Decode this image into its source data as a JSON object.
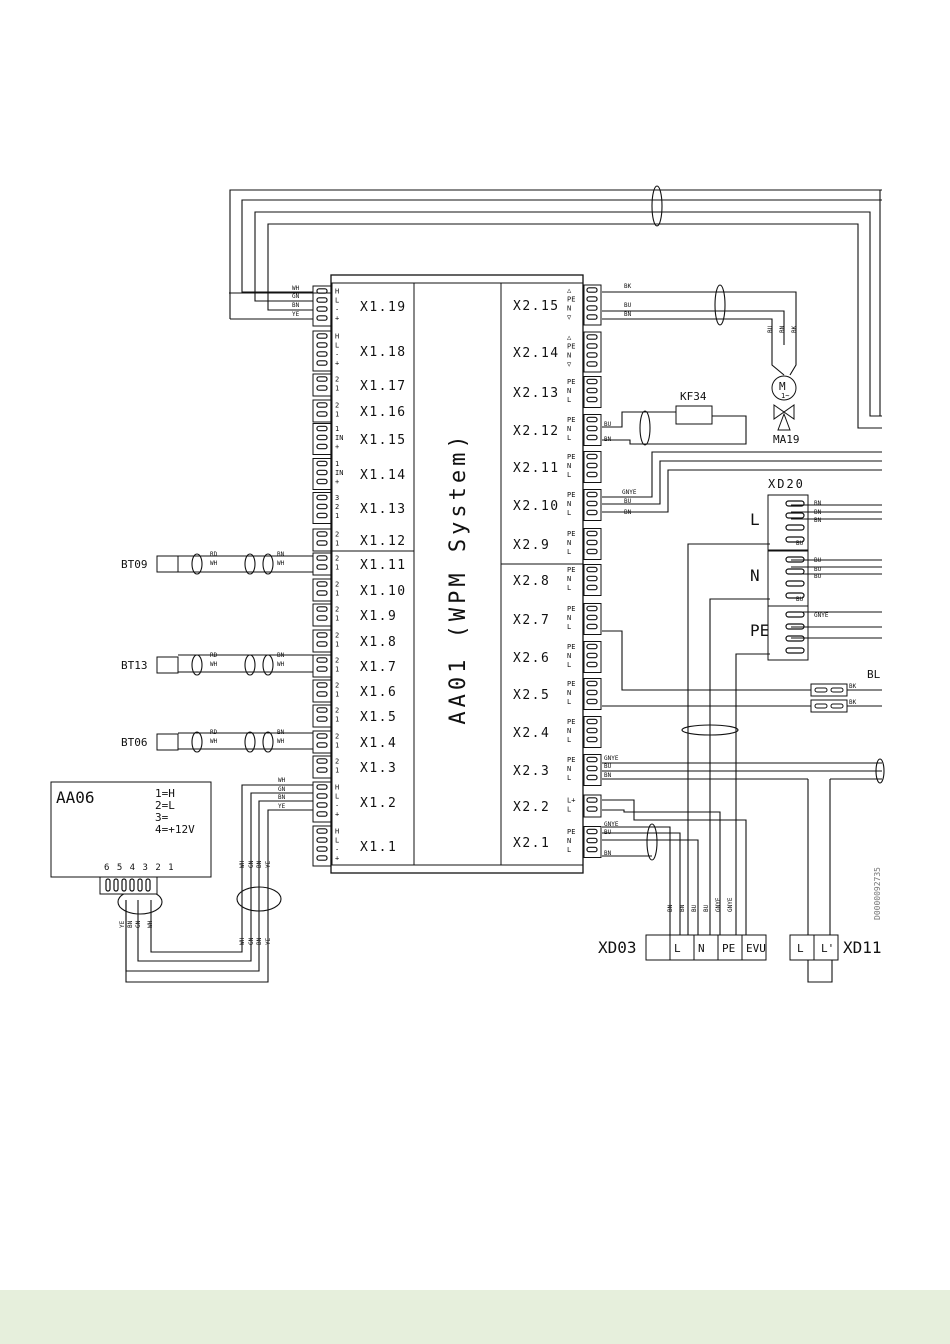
{
  "board": {
    "title": "AA01 (WPM System)",
    "left_terminals": [
      {
        "id": "X1.19",
        "pins": [
          "H",
          "L",
          "-",
          "+"
        ]
      },
      {
        "id": "X1.18",
        "pins": [
          "H",
          "L",
          "-",
          "+"
        ]
      },
      {
        "id": "X1.17",
        "pins": [
          "2",
          "1"
        ]
      },
      {
        "id": "X1.16",
        "pins": [
          "2",
          "1"
        ]
      },
      {
        "id": "X1.15",
        "pins": [
          "1",
          "IN",
          "+"
        ]
      },
      {
        "id": "X1.14",
        "pins": [
          "1",
          "IN",
          "+"
        ]
      },
      {
        "id": "X1.13",
        "pins": [
          "3",
          "2",
          "1"
        ]
      },
      {
        "id": "X1.12",
        "pins": [
          "2",
          "1"
        ]
      },
      {
        "id": "X1.11",
        "pins": [
          "2",
          "1"
        ]
      },
      {
        "id": "X1.10",
        "pins": [
          "2",
          "1"
        ]
      },
      {
        "id": "X1.9",
        "pins": [
          "2",
          "1"
        ]
      },
      {
        "id": "X1.8",
        "pins": [
          "2",
          "1"
        ]
      },
      {
        "id": "X1.7",
        "pins": [
          "2",
          "1"
        ]
      },
      {
        "id": "X1.6",
        "pins": [
          "2",
          "1"
        ]
      },
      {
        "id": "X1.5",
        "pins": [
          "2",
          "1"
        ]
      },
      {
        "id": "X1.4",
        "pins": [
          "2",
          "1"
        ]
      },
      {
        "id": "X1.3",
        "pins": [
          "2",
          "1"
        ]
      },
      {
        "id": "X1.2",
        "pins": [
          "H",
          "L",
          "-",
          "+"
        ]
      },
      {
        "id": "X1.1",
        "pins": [
          "H",
          "L",
          "-",
          "+"
        ]
      }
    ],
    "right_terminals": [
      {
        "id": "X2.15",
        "pins": [
          "△",
          "PE",
          "N",
          "▽"
        ]
      },
      {
        "id": "X2.14",
        "pins": [
          "△",
          "PE",
          "N",
          "▽"
        ]
      },
      {
        "id": "X2.13",
        "pins": [
          "PE",
          "N",
          "L"
        ]
      },
      {
        "id": "X2.12",
        "pins": [
          "PE",
          "N",
          "L"
        ]
      },
      {
        "id": "X2.11",
        "pins": [
          "PE",
          "N",
          "L"
        ]
      },
      {
        "id": "X2.10",
        "pins": [
          "PE",
          "N",
          "L"
        ]
      },
      {
        "id": "X2.9",
        "pins": [
          "PE",
          "N",
          "L"
        ]
      },
      {
        "id": "X2.8",
        "pins": [
          "PE",
          "N",
          "L"
        ]
      },
      {
        "id": "X2.7",
        "pins": [
          "PE",
          "N",
          "L"
        ]
      },
      {
        "id": "X2.6",
        "pins": [
          "PE",
          "N",
          "L"
        ]
      },
      {
        "id": "X2.5",
        "pins": [
          "PE",
          "N",
          "L"
        ]
      },
      {
        "id": "X2.4",
        "pins": [
          "PE",
          "N",
          "L"
        ]
      },
      {
        "id": "X2.3",
        "pins": [
          "PE",
          "N",
          "L"
        ]
      },
      {
        "id": "X2.2",
        "pins": [
          "L+",
          "L"
        ]
      },
      {
        "id": "X2.1",
        "pins": [
          "PE",
          "N",
          "L"
        ]
      }
    ]
  },
  "sensors": [
    "BT09",
    "BT13",
    "BT06"
  ],
  "wire_colors": {
    "wh": "WH",
    "gn": "GN",
    "bn": "BN",
    "ye": "YE",
    "rd": "RD",
    "bu": "BU",
    "bk": "BK",
    "gnye": "GNYE"
  },
  "aa06": {
    "title": "AA06",
    "legend": [
      "1=H",
      "2=L",
      "3=",
      "4=+12V"
    ],
    "pin_numbers": "6 5 4 3 2 1"
  },
  "components": {
    "relay": "KF34",
    "motor": "MA19",
    "motor_symbol": "M",
    "motor_sub": "1~"
  },
  "xd20": {
    "title": "XD20",
    "groups": [
      "L",
      "N",
      "PE"
    ]
  },
  "xd03": {
    "title": "XD03",
    "cells": [
      "",
      "L",
      "N",
      "PE",
      "EVU"
    ]
  },
  "xd11": {
    "title": "XD11",
    "cells": [
      "L",
      "L'"
    ]
  },
  "edge_label": "BL",
  "doc_code": "D0000092735",
  "colors": {
    "ink": "#111111",
    "footer_band": "#e6efdc"
  }
}
